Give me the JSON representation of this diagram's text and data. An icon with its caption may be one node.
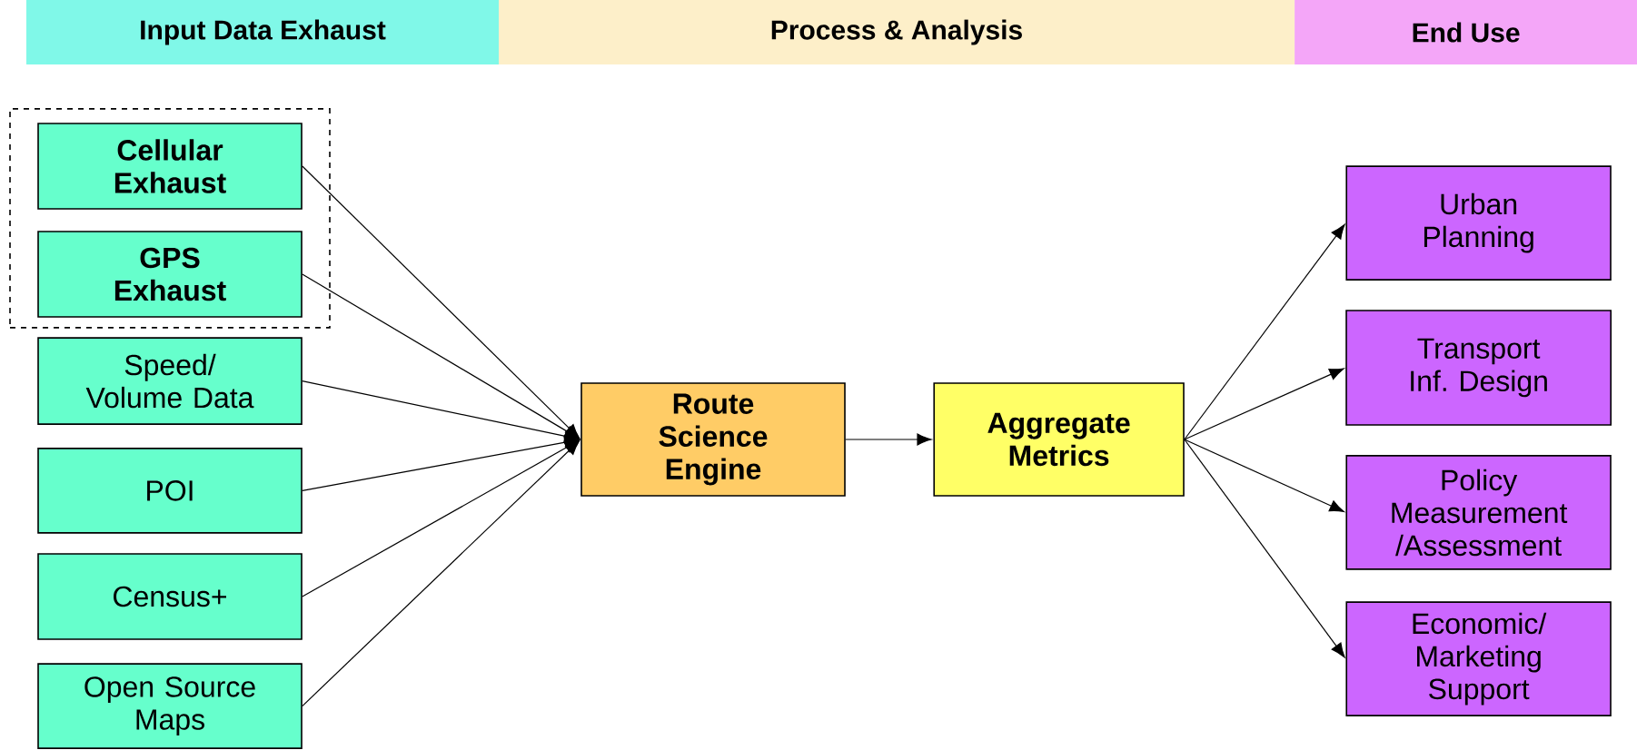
{
  "diagram": {
    "nodes": [
      {
        "text": [
          "Input Data Exhaust"
        ]
      },
      {
        "text": [
          "Process & Analysis"
        ]
      },
      {
        "text": [
          "End Use"
        ]
      },
      {
        "text": [],
        "shape": "box"
      },
      {
        "text": [
          "Cellular Exhaust"
        ],
        "in": 3
      },
      {
        "text": [
          "GPS Exhaust"
        ],
        "in": 3
      },
      {
        "text": [
          "Speed/ Volume Data"
        ]
      },
      {
        "text": [
          "POI"
        ]
      },
      {
        "text": [
          "Census+"
        ]
      },
      {
        "text": [
          "Open Source Maps"
        ]
      },
      {
        "text": [
          "Route Science Engine"
        ]
      },
      {
        "text": [
          "Aggregate Metrics"
        ]
      },
      {
        "text": [
          "Urban Planning"
        ]
      },
      {
        "text": [
          "Transport Inf. Design"
        ]
      },
      {
        "text": [
          "Policy Measurement /Assessment"
        ]
      },
      {
        "text": [
          "Economic/ Marketing Support"
        ]
      }
    ],
    "edges": [
      {
        "from": 4,
        "to": 10,
        "arrow": "to"
      },
      {
        "from": 5,
        "to": 10,
        "arrow": "to"
      },
      {
        "from": 6,
        "to": 10,
        "arrow": "to"
      },
      {
        "from": 7,
        "to": 10,
        "arrow": "to"
      },
      {
        "from": 8,
        "to": 10,
        "arrow": "to"
      },
      {
        "from": 9,
        "to": 10,
        "arrow": "to"
      },
      {
        "from": 10,
        "to": 11,
        "arrow": "to"
      },
      {
        "from": 11,
        "to": 12,
        "arrow": "to"
      },
      {
        "from": 11,
        "to": 13,
        "arrow": "to"
      },
      {
        "from": 11,
        "to": 14,
        "arrow": "to"
      },
      {
        "from": 11,
        "to": 15,
        "arrow": "to"
      }
    ]
  }
}
